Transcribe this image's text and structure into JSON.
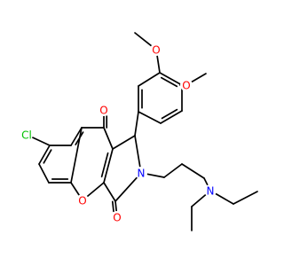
{
  "molecule": {
    "colors": {
      "bond": "#000000",
      "oxygen": "#ff0000",
      "nitrogen": "#0000ff",
      "chlorine": "#00c000",
      "background": "#ffffff"
    },
    "atoms": {
      "o_methoxy_top": "O",
      "o_methoxy_right": "O",
      "o_ketone_top": "O",
      "cl": "Cl",
      "n_lactam": "N",
      "o_pyran": "O",
      "o_lactam_carbonyl": "O",
      "n_amine": "N"
    }
  }
}
